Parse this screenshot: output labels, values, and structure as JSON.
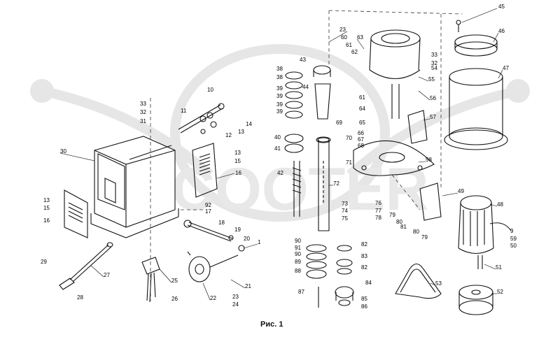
{
  "caption": "Рис. 1",
  "watermark": {
    "text": "SCOOTER",
    "color": "#e6e6e6"
  },
  "labels": [
    {
      "id": "l1",
      "text": "1"
    },
    {
      "id": "l9",
      "text": "9"
    },
    {
      "id": "l10",
      "text": "10"
    },
    {
      "id": "l11",
      "text": "11"
    },
    {
      "id": "l12",
      "text": "12"
    },
    {
      "id": "l13a",
      "text": "13"
    },
    {
      "id": "l13b",
      "text": "13"
    },
    {
      "id": "l13c",
      "text": "13"
    },
    {
      "id": "l14",
      "text": "14"
    },
    {
      "id": "l15a",
      "text": "15"
    },
    {
      "id": "l15b",
      "text": "15"
    },
    {
      "id": "l16a",
      "text": "16"
    },
    {
      "id": "l16b",
      "text": "16"
    },
    {
      "id": "l17",
      "text": "17"
    },
    {
      "id": "l18",
      "text": "18"
    },
    {
      "id": "l19",
      "text": "19"
    },
    {
      "id": "l20",
      "text": "20"
    },
    {
      "id": "l21",
      "text": "21"
    },
    {
      "id": "l22",
      "text": "22"
    },
    {
      "id": "l23a",
      "text": "23"
    },
    {
      "id": "l23b",
      "text": "23"
    },
    {
      "id": "l24",
      "text": "24"
    },
    {
      "id": "l25",
      "text": "25"
    },
    {
      "id": "l26",
      "text": "26"
    },
    {
      "id": "l27",
      "text": "27"
    },
    {
      "id": "l28",
      "text": "28"
    },
    {
      "id": "l29",
      "text": "29"
    },
    {
      "id": "l30",
      "text": "30"
    },
    {
      "id": "l31",
      "text": "31"
    },
    {
      "id": "l32a",
      "text": "32"
    },
    {
      "id": "l32b",
      "text": "32"
    },
    {
      "id": "l33a",
      "text": "33"
    },
    {
      "id": "l33b",
      "text": "33"
    },
    {
      "id": "l38a",
      "text": "38"
    },
    {
      "id": "l38b",
      "text": "38"
    },
    {
      "id": "l39a",
      "text": "39"
    },
    {
      "id": "l39b",
      "text": "39"
    },
    {
      "id": "l39c",
      "text": "39"
    },
    {
      "id": "l39d",
      "text": "39"
    },
    {
      "id": "l40",
      "text": "40"
    },
    {
      "id": "l41",
      "text": "41"
    },
    {
      "id": "l42",
      "text": "42"
    },
    {
      "id": "l43",
      "text": "43"
    },
    {
      "id": "l44",
      "text": "44"
    },
    {
      "id": "l45",
      "text": "45"
    },
    {
      "id": "l46",
      "text": "46"
    },
    {
      "id": "l47",
      "text": "47"
    },
    {
      "id": "l48",
      "text": "48"
    },
    {
      "id": "l49",
      "text": "49"
    },
    {
      "id": "l50",
      "text": "50"
    },
    {
      "id": "l51",
      "text": "51"
    },
    {
      "id": "l52",
      "text": "52"
    },
    {
      "id": "l53",
      "text": "53"
    },
    {
      "id": "l54",
      "text": "54"
    },
    {
      "id": "l55",
      "text": "55"
    },
    {
      "id": "l56",
      "text": "56"
    },
    {
      "id": "l57",
      "text": "57"
    },
    {
      "id": "l58",
      "text": "58"
    },
    {
      "id": "l59",
      "text": "59"
    },
    {
      "id": "l60",
      "text": "60"
    },
    {
      "id": "l61a",
      "text": "61"
    },
    {
      "id": "l61b",
      "text": "61"
    },
    {
      "id": "l62",
      "text": "62"
    },
    {
      "id": "l63",
      "text": "63"
    },
    {
      "id": "l64",
      "text": "64"
    },
    {
      "id": "l65",
      "text": "65"
    },
    {
      "id": "l66",
      "text": "66"
    },
    {
      "id": "l67",
      "text": "67"
    },
    {
      "id": "l68",
      "text": "68"
    },
    {
      "id": "l69",
      "text": "69"
    },
    {
      "id": "l70",
      "text": "70"
    },
    {
      "id": "l71",
      "text": "71"
    },
    {
      "id": "l72",
      "text": "72"
    },
    {
      "id": "l73",
      "text": "73"
    },
    {
      "id": "l74",
      "text": "74"
    },
    {
      "id": "l75",
      "text": "75"
    },
    {
      "id": "l76",
      "text": "76"
    },
    {
      "id": "l77",
      "text": "77"
    },
    {
      "id": "l78",
      "text": "78"
    },
    {
      "id": "l79a",
      "text": "79"
    },
    {
      "id": "l79b",
      "text": "79"
    },
    {
      "id": "l80a",
      "text": "80"
    },
    {
      "id": "l80b",
      "text": "80"
    },
    {
      "id": "l81",
      "text": "81"
    },
    {
      "id": "l82a",
      "text": "82"
    },
    {
      "id": "l82b",
      "text": "82"
    },
    {
      "id": "l83",
      "text": "83"
    },
    {
      "id": "l84",
      "text": "84"
    },
    {
      "id": "l85",
      "text": "85"
    },
    {
      "id": "l86",
      "text": "86"
    },
    {
      "id": "l87",
      "text": "87"
    },
    {
      "id": "l88",
      "text": "88"
    },
    {
      "id": "l89",
      "text": "89"
    },
    {
      "id": "l90a",
      "text": "90"
    },
    {
      "id": "l90b",
      "text": "90"
    },
    {
      "id": "l91",
      "text": "91"
    },
    {
      "id": "l92",
      "text": "92"
    }
  ]
}
